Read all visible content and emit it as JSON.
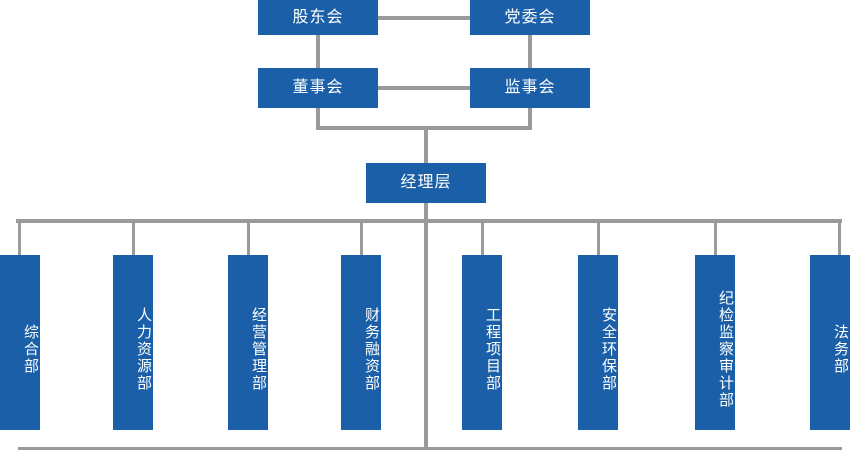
{
  "chart": {
    "type": "org-chart",
    "title": "",
    "colors": {
      "node_fill": "#1a5fa8",
      "node_text": "#ffffff",
      "connector": "#9a9a9a",
      "background": "#ffffff"
    },
    "levels": [
      {
        "level": 1,
        "nodes": [
          {
            "id": "shareholders",
            "label": "股东会"
          },
          {
            "id": "party-committee",
            "label": "党委会"
          }
        ]
      },
      {
        "level": 2,
        "nodes": [
          {
            "id": "board-of-directors",
            "label": "董事会"
          },
          {
            "id": "board-of-supervisors",
            "label": "监事会"
          }
        ]
      },
      {
        "level": 3,
        "nodes": [
          {
            "id": "management",
            "label": "经理层"
          }
        ]
      },
      {
        "level": 4,
        "nodes": [
          {
            "id": "general-affairs",
            "label": "综合部"
          },
          {
            "id": "human-resources",
            "label": "人力资源部"
          },
          {
            "id": "operations-management",
            "label": "经营管理部"
          },
          {
            "id": "finance-financing",
            "label": "财务融资部"
          },
          {
            "id": "engineering-project",
            "label": "工程项目部"
          },
          {
            "id": "safety-environment",
            "label": "安全环保部"
          },
          {
            "id": "discipline-audit",
            "label": "纪检监察审计部"
          },
          {
            "id": "legal-affairs",
            "label": "法务部"
          }
        ]
      }
    ]
  }
}
